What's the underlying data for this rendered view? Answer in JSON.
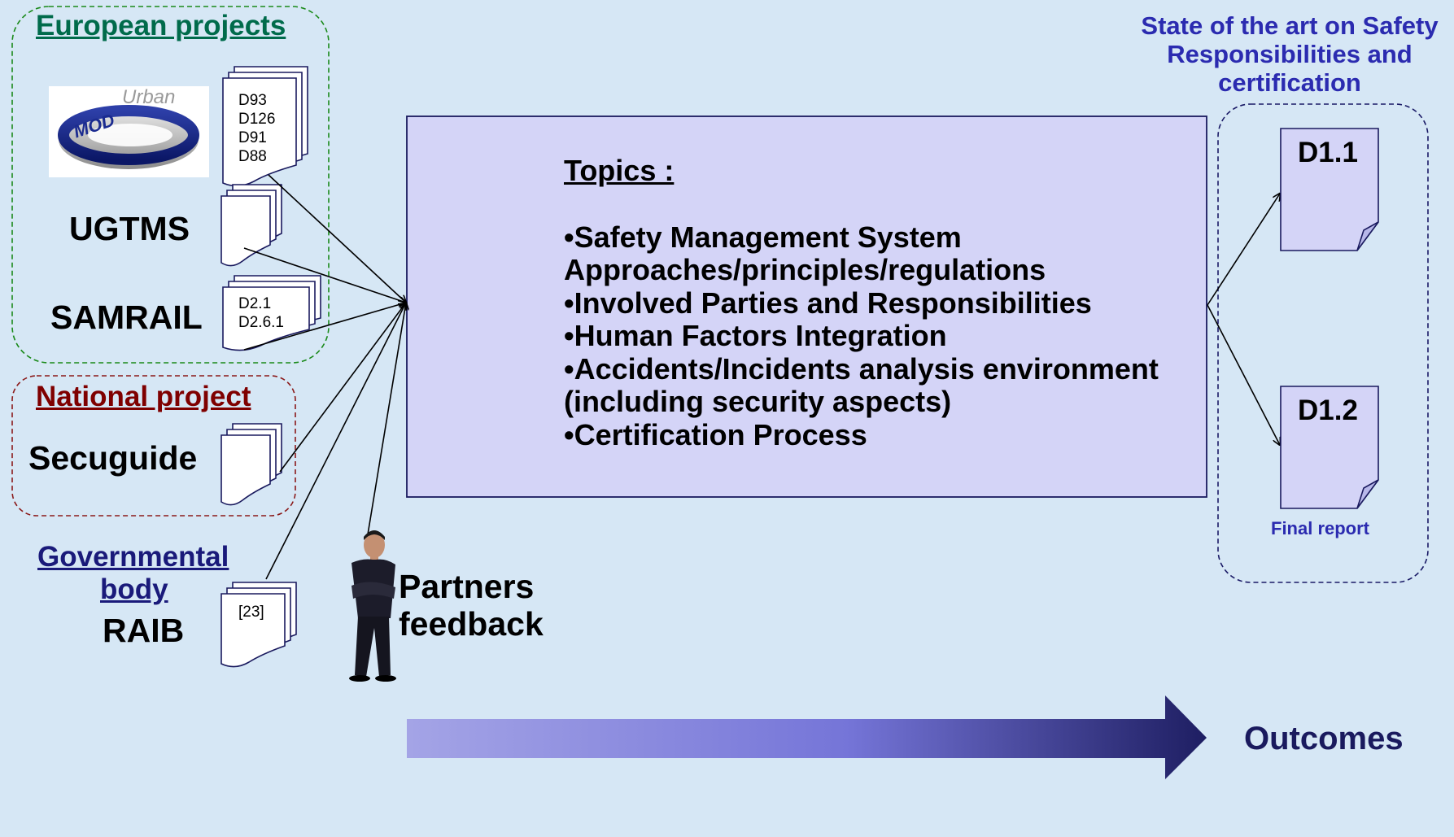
{
  "european": {
    "title": "European projects",
    "logo_text": {
      "mod": "MOD",
      "urban": "Urban"
    },
    "moduban_docs": [
      "D93",
      "D126",
      "D91",
      "D88"
    ],
    "ugtms": "UGTMS",
    "samrail": "SAMRAIL",
    "samrail_docs": [
      "D2.1",
      "D2.6.1"
    ]
  },
  "national": {
    "title": "National project",
    "secuguide": "Secuguide"
  },
  "governmental": {
    "title_line1": "Governmental",
    "title_line2": "body",
    "raib": "RAIB",
    "raib_doc": "[23]"
  },
  "partners": {
    "line1": "Partners",
    "line2": "feedback"
  },
  "topics": {
    "title": "Topics :",
    "items": [
      "•Safety Management System",
      "Approaches/principles/regulations",
      "•Involved Parties and Responsibilities",
      "•Human Factors Integration",
      "•Accidents/Incidents analysis environment",
      "(including security aspects)",
      "•Certification Process"
    ]
  },
  "outcomes_header": [
    "State of the art on Safety",
    "Responsibilities and",
    "certification"
  ],
  "deliverables": {
    "d1": "D1.1",
    "d2": "D1.2",
    "final_report": "Final report"
  },
  "outcomes": "Outcomes",
  "colors": {
    "background": "#d6e7f5",
    "european": "#006b4b",
    "national": "#7f0000",
    "governmental": "#1a1a7a",
    "outcome_blue": "#2b2bb0",
    "topics_box": "#d4d4f7",
    "arrow_start": "#a4a4e6",
    "arrow_mid": "#7575d8",
    "arrow_end": "#1e1e62",
    "outcomes_text": "#1a1a5e"
  }
}
